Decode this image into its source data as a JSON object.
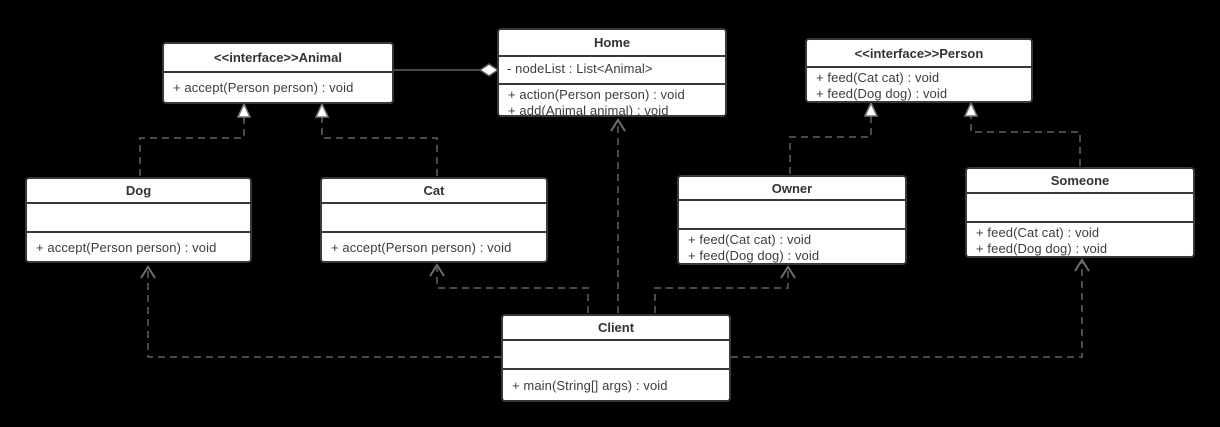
{
  "diagram": {
    "kind": "uml-class-diagram",
    "colors": {
      "background": "#000000",
      "box_fill": "#ffffff",
      "box_border": "#383838",
      "text": "#3d3d3d",
      "connector_line": "#4a4a4a",
      "dependency_arrow": "#6e6e6e",
      "realization_arrow_fill": "#ffffff"
    },
    "classes": {
      "animal": {
        "title": "<<interface>>Animal",
        "attributes": [],
        "methods": [
          "+ accept(Person person) : void"
        ]
      },
      "home": {
        "title": "Home",
        "attributes": [
          "- nodeList : List<Animal>"
        ],
        "methods": [
          "+ action(Person person) : void",
          "+ add(Animal animal) : void"
        ]
      },
      "person": {
        "title": "<<interface>>Person",
        "attributes": [],
        "methods": [
          "+ feed(Cat cat) : void",
          "+ feed(Dog dog) : void"
        ]
      },
      "dog": {
        "title": "Dog",
        "attributes": [],
        "methods": [
          "+ accept(Person person) : void"
        ]
      },
      "cat": {
        "title": "Cat",
        "attributes": [],
        "methods": [
          "+ accept(Person person) : void"
        ]
      },
      "owner": {
        "title": "Owner",
        "attributes": [],
        "methods": [
          "+ feed(Cat cat) : void",
          "+ feed(Dog dog) : void"
        ]
      },
      "someone": {
        "title": "Someone",
        "attributes": [],
        "methods": [
          "+ feed(Cat cat) : void",
          "+ feed(Dog dog) : void"
        ]
      },
      "client": {
        "title": "Client",
        "attributes": [],
        "methods": [
          "+ main(String[] args) : void"
        ]
      }
    },
    "relationships": [
      {
        "from": "Home",
        "to": "Animal",
        "type": "aggregation"
      },
      {
        "from": "Dog",
        "to": "Animal",
        "type": "realization"
      },
      {
        "from": "Cat",
        "to": "Animal",
        "type": "realization"
      },
      {
        "from": "Owner",
        "to": "Person",
        "type": "realization"
      },
      {
        "from": "Someone",
        "to": "Person",
        "type": "realization"
      },
      {
        "from": "Client",
        "to": "Home",
        "type": "dependency"
      },
      {
        "from": "Client",
        "to": "Dog",
        "type": "dependency"
      },
      {
        "from": "Client",
        "to": "Cat",
        "type": "dependency"
      },
      {
        "from": "Client",
        "to": "Owner",
        "type": "dependency"
      },
      {
        "from": "Client",
        "to": "Someone",
        "type": "dependency"
      }
    ]
  }
}
